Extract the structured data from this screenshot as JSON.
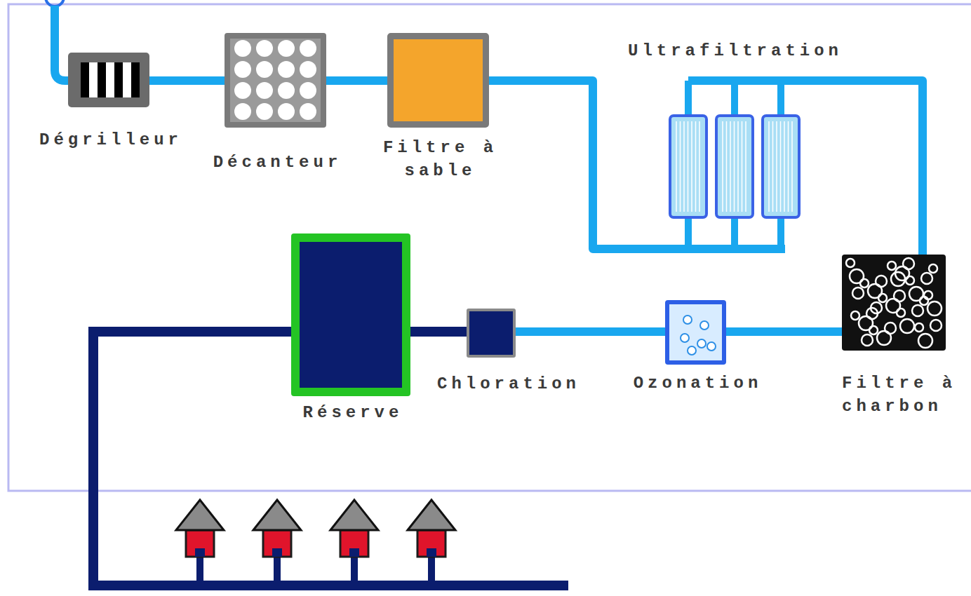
{
  "diagram": {
    "nodes": [
      {
        "text": [
          "Dégrilleur"
        ]
      },
      {
        "text": [
          "Décanteur"
        ]
      },
      {
        "text": [
          "Filtre à sable"
        ]
      },
      {
        "text": [
          "Ultrafiltration"
        ]
      },
      {
        "text": [
          "Filtre à charbon"
        ]
      },
      {
        "text": [
          "Ozonation"
        ]
      },
      {
        "text": [
          "Chloration"
        ]
      },
      {
        "text": [
          "Réserve"
        ]
      }
    ],
    "edges": [
      {
        "from": 0,
        "to": 1,
        "arrow": "none"
      },
      {
        "from": 1,
        "to": 2,
        "arrow": "none"
      },
      {
        "from": 2,
        "to": 3,
        "arrow": "none"
      },
      {
        "from": 3,
        "to": 4,
        "arrow": "none"
      },
      {
        "from": 4,
        "to": 5,
        "arrow": "none"
      },
      {
        "from": 5,
        "to": 6,
        "arrow": "none"
      },
      {
        "from": 6,
        "to": 7,
        "arrow": "none"
      }
    ]
  }
}
